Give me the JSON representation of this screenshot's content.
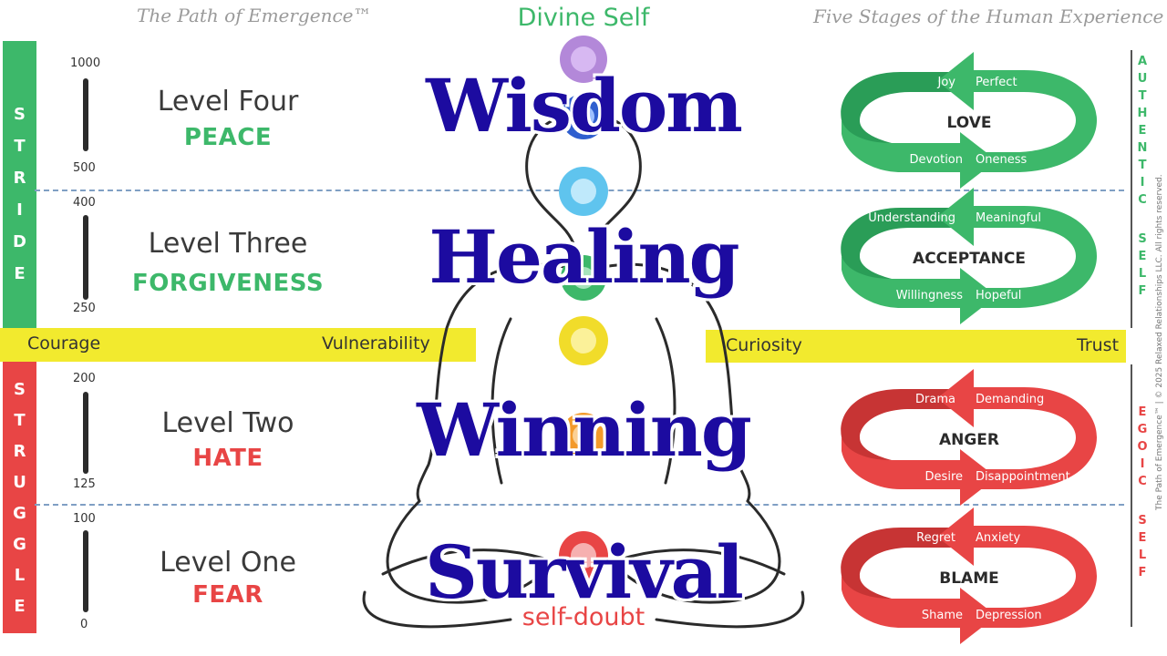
{
  "header": {
    "left_title": "The Path of Emergence™",
    "right_title": "Five Stages of the Human Experience",
    "top_center": "Divine Self",
    "bottom_center": "self-doubt"
  },
  "sidebar": {
    "stride": [
      "S",
      "T",
      "R",
      "I",
      "D",
      "E"
    ],
    "struggle": [
      "S",
      "T",
      "R",
      "U",
      "G",
      "G",
      "L",
      "E"
    ],
    "stride_color": "#3db86a",
    "struggle_color": "#e84545"
  },
  "right_side": {
    "authentic": [
      "A",
      "U",
      "T",
      "H",
      "E",
      "N",
      "T",
      "I",
      "C"
    ],
    "self_top": [
      "S",
      "E",
      "L",
      "F"
    ],
    "egoic": [
      "E",
      "G",
      "O",
      "I",
      "C"
    ],
    "self_bottom": [
      "S",
      "E",
      "L",
      "F"
    ],
    "copyright": "The Path of Emergence™ | © 2025 Relaxed Relationships LLC. All rights reserved."
  },
  "levels": [
    {
      "title": "Level Four",
      "emotion": "PEACE",
      "color": "#3db86a",
      "top_tick": "1000",
      "bottom_tick": "500",
      "stage": "Wisdom"
    },
    {
      "title": "Level Three",
      "emotion": "FORGIVENESS",
      "color": "#3db86a",
      "top_tick": "400",
      "bottom_tick": "250",
      "stage": "Healing"
    },
    {
      "title": "Level Two",
      "emotion": "HATE",
      "color": "#e84545",
      "top_tick": "200",
      "bottom_tick": "125",
      "stage": "Winning"
    },
    {
      "title": "Level One",
      "emotion": "FEAR",
      "color": "#e84545",
      "top_tick": "100",
      "bottom_tick": "0",
      "stage": "Survival"
    }
  ],
  "band": {
    "left_a": "Courage",
    "left_b": "Vulnerability",
    "right_a": "Curiosity",
    "right_b": "Trust"
  },
  "cycles": [
    {
      "center": "LOVE",
      "tl": "Joy",
      "tr": "Perfect",
      "bl": "Devotion",
      "br": "Oneness",
      "color": "#3db86a",
      "dark": "#2a9d57"
    },
    {
      "center": "ACCEPTANCE",
      "tl": "Understanding",
      "tr": "Meaningful",
      "bl": "Willingness",
      "br": "Hopeful",
      "color": "#3db86a",
      "dark": "#2a9d57"
    },
    {
      "center": "ANGER",
      "tl": "Drama",
      "tr": "Demanding",
      "bl": "Desire",
      "br": "Disappointment",
      "color": "#e84545",
      "dark": "#c73434"
    },
    {
      "center": "BLAME",
      "tl": "Regret",
      "tr": "Anxiety",
      "bl": "Shame",
      "br": "Depression",
      "color": "#e84545",
      "dark": "#c73434"
    }
  ]
}
